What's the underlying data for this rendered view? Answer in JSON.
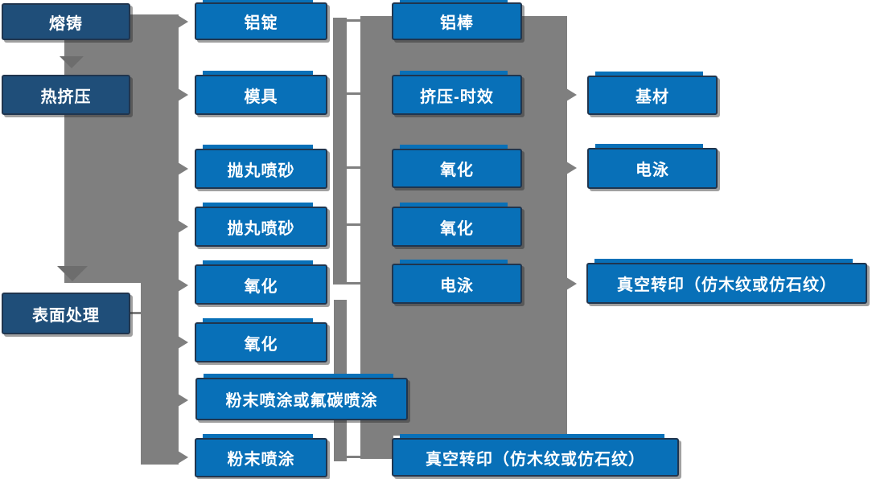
{
  "diagram": {
    "type": "flowchart",
    "description": "Aluminum profile production process flow",
    "stage_column_labels": [
      "熔铸",
      "热挤压",
      "表面处理"
    ],
    "colors": {
      "node_blue": "#0870B8",
      "node_dark_blue": "#1F4E79",
      "node_border": "#20354E",
      "connector_gray": "#7F7F7F",
      "down_arrow_gray": "#6D6D6D",
      "text": "#FFFFFF",
      "background": "#FFFFFF"
    }
  },
  "nodes": [
    {
      "id": "melting-casting",
      "label": "熔铸",
      "group": "stage"
    },
    {
      "id": "hot-extrusion",
      "label": "热挤压",
      "group": "stage"
    },
    {
      "id": "surface-treatment",
      "label": "表面处理",
      "group": "stage"
    },
    {
      "id": "aluminum-ingot",
      "label": "铝锭",
      "group": "process-1"
    },
    {
      "id": "mold",
      "label": "模具",
      "group": "process-1"
    },
    {
      "id": "shot-blasting-sandblasting-1",
      "label": "抛丸喷砂",
      "group": "process-1"
    },
    {
      "id": "shot-blasting-sandblasting-2",
      "label": "抛丸喷砂",
      "group": "process-1"
    },
    {
      "id": "oxidation-1",
      "label": "氧化",
      "group": "process-1"
    },
    {
      "id": "oxidation-2",
      "label": "氧化",
      "group": "process-1"
    },
    {
      "id": "powder-or-fluorocarbon-coating",
      "label": "粉末喷涂或氟碳喷涂",
      "group": "process-1"
    },
    {
      "id": "powder-coating",
      "label": "粉末喷涂",
      "group": "process-1"
    },
    {
      "id": "aluminum-rod",
      "label": "铝棒",
      "group": "process-2"
    },
    {
      "id": "extrusion-aging",
      "label": "挤压-时效",
      "group": "process-2"
    },
    {
      "id": "oxidation-3",
      "label": "氧化",
      "group": "process-2"
    },
    {
      "id": "oxidation-4",
      "label": "氧化",
      "group": "process-2"
    },
    {
      "id": "electrophoresis-1",
      "label": "电泳",
      "group": "process-2"
    },
    {
      "id": "vacuum-transfer-print-bottom",
      "label": "真空转印（仿木纹或仿石纹）",
      "group": "process-2"
    },
    {
      "id": "base-material",
      "label": "基材",
      "group": "output"
    },
    {
      "id": "electrophoresis-2",
      "label": "电泳",
      "group": "output"
    },
    {
      "id": "vacuum-transfer-print-right",
      "label": "真空转印（仿木纹或仿石纹）",
      "group": "output"
    }
  ]
}
